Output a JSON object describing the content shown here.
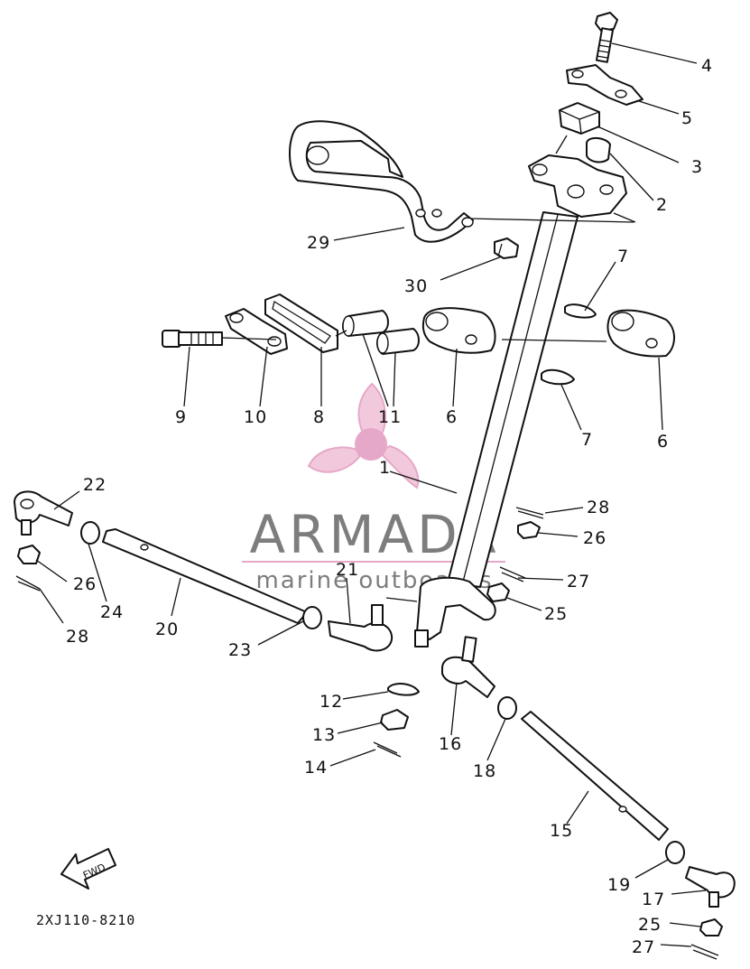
{
  "diagram": {
    "fwd_label": "FWD",
    "drawing_code": "2XJ110-8210",
    "watermark": {
      "brand": "ARMADA",
      "tagline": "marine outboards",
      "accent_color": "#e6a8c8",
      "text_color": "#7d7d7d"
    },
    "labels": [
      {
        "id": "4",
        "text": "4"
      },
      {
        "id": "5",
        "text": "5"
      },
      {
        "id": "3",
        "text": "3"
      },
      {
        "id": "2",
        "text": "2"
      },
      {
        "id": "29",
        "text": "29"
      },
      {
        "id": "30",
        "text": "30"
      },
      {
        "id": "7a",
        "text": "7"
      },
      {
        "id": "9",
        "text": "9"
      },
      {
        "id": "10",
        "text": "10"
      },
      {
        "id": "8",
        "text": "8"
      },
      {
        "id": "11",
        "text": "11"
      },
      {
        "id": "6a",
        "text": "6"
      },
      {
        "id": "7b",
        "text": "7"
      },
      {
        "id": "6b",
        "text": "6"
      },
      {
        "id": "1",
        "text": "1"
      },
      {
        "id": "22",
        "text": "22"
      },
      {
        "id": "28a",
        "text": "28"
      },
      {
        "id": "26a",
        "text": "26"
      },
      {
        "id": "26b",
        "text": "26"
      },
      {
        "id": "24",
        "text": "24"
      },
      {
        "id": "28b",
        "text": "28"
      },
      {
        "id": "20",
        "text": "20"
      },
      {
        "id": "21",
        "text": "21"
      },
      {
        "id": "27a",
        "text": "27"
      },
      {
        "id": "25a",
        "text": "25"
      },
      {
        "id": "23",
        "text": "23"
      },
      {
        "id": "12",
        "text": "12"
      },
      {
        "id": "13",
        "text": "13"
      },
      {
        "id": "14",
        "text": "14"
      },
      {
        "id": "16",
        "text": "16"
      },
      {
        "id": "18",
        "text": "18"
      },
      {
        "id": "15",
        "text": "15"
      },
      {
        "id": "19",
        "text": "19"
      },
      {
        "id": "17",
        "text": "17"
      },
      {
        "id": "25b",
        "text": "25"
      },
      {
        "id": "27b",
        "text": "27"
      }
    ]
  }
}
